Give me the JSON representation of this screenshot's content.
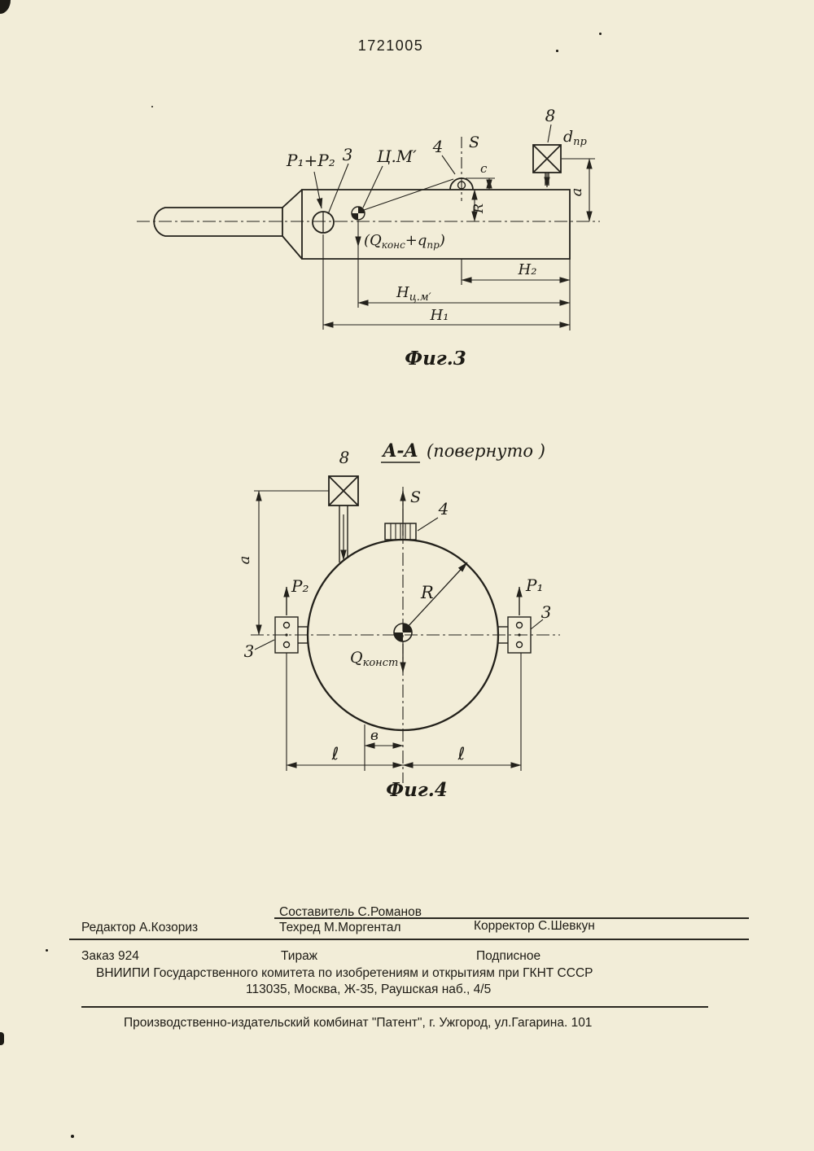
{
  "page": {
    "patent_number": "1721005",
    "paper_color": "#f2edd8",
    "ink_color": "#23211b"
  },
  "fig3": {
    "caption": "Фиг.3",
    "force_label": "P₁+P₂",
    "ref3": "3",
    "cm_label": "Ц.М′",
    "ref4": "4",
    "axis_s": "S",
    "dim_c": "c",
    "dim_r": "R",
    "ref8": "8",
    "d_sub": {
      "base": "d",
      "sub": "пр"
    },
    "dim_a": "a",
    "q_label": {
      "p1": "(Q",
      "s1": "конс",
      "p2": "+q",
      "s2": "пр",
      "p3": ")"
    },
    "dim_h2": "H₂",
    "dim_hcm": {
      "base": "H",
      "sub": "ц.м′"
    },
    "dim_h1": "H₁"
  },
  "fig4": {
    "caption": "Фиг.4",
    "section": "A-A",
    "section_note": "(повернуто )",
    "ref8": "8",
    "axis_s": "S",
    "ref4": "4",
    "dim_a": "a",
    "p2": "P₂",
    "p1": "P₁",
    "ref3_left": "3",
    "ref3_right": "3",
    "radius": "R",
    "q_label": {
      "base": "Q",
      "sub": "конст"
    },
    "dim_b": "в",
    "dim_l_left": "ℓ",
    "dim_l_right": "ℓ"
  },
  "footer": {
    "compiler": "Составитель  С.Романов",
    "editor": "Редактор  А.Козориз",
    "techred": "Техред М.Моргентал",
    "corrector": "Корректор С.Шевкун",
    "order": "Заказ  924",
    "circulation": "Тираж",
    "subscription": "Подписное",
    "committee": "ВНИИПИ Государственного комитета по изобретениям и открытиям при ГКНТ СССР",
    "address": "113035, Москва, Ж-35, Раушская наб., 4/5",
    "production": "Производственно-издательский комбинат \"Патент\", г. Ужгород, ул.Гагарина. 101"
  }
}
